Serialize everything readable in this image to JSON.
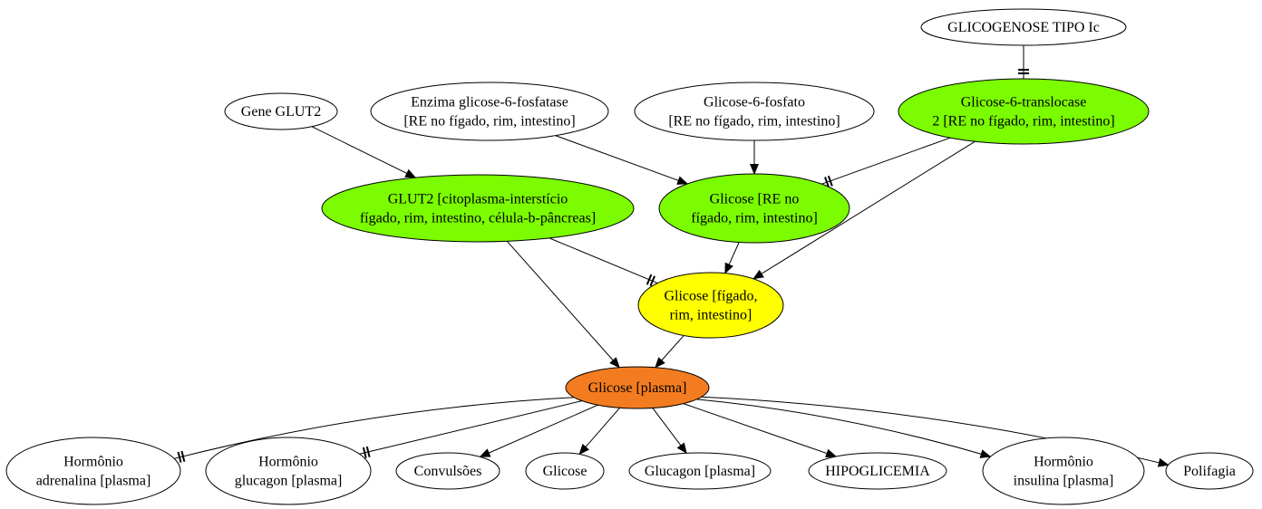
{
  "colors": {
    "white": "#ffffff",
    "green": "#7cfc00",
    "yellow": "#ffff00",
    "orange": "#f47c20",
    "edge": "#000000"
  },
  "nodes": [
    {
      "id": "glicogenose",
      "lines": [
        "GLICOGENOSE TIPO Ic"
      ],
      "fill": "white"
    },
    {
      "id": "gene_glut2",
      "lines": [
        "Gene GLUT2"
      ],
      "fill": "white"
    },
    {
      "id": "enzima_g6p",
      "lines": [
        "Enzima glicose-6-fosfatase",
        "[RE no fígado, rim, intestino]"
      ],
      "fill": "white"
    },
    {
      "id": "glicose6fosfato",
      "lines": [
        "Glicose-6-fosfato",
        "[RE no fígado, rim, intestino]"
      ],
      "fill": "white"
    },
    {
      "id": "translocase",
      "lines": [
        "Glicose-6-translocase",
        "2 [RE no fígado, rim, intestino]"
      ],
      "fill": "green"
    },
    {
      "id": "glut2",
      "lines": [
        "GLUT2 [citoplasma-interstício",
        "fígado, rim, intestino, célula-b-pâncreas]"
      ],
      "fill": "green"
    },
    {
      "id": "glicose_re",
      "lines": [
        "Glicose [RE no",
        "fígado, rim, intestino]"
      ],
      "fill": "green"
    },
    {
      "id": "glicose_figado",
      "lines": [
        "Glicose [fígado,",
        "rim, intestino]"
      ],
      "fill": "yellow"
    },
    {
      "id": "glicose_plasma",
      "lines": [
        "Glicose [plasma]"
      ],
      "fill": "orange"
    },
    {
      "id": "adrenalina",
      "lines": [
        "Hormônio",
        "adrenalina [plasma]"
      ],
      "fill": "white"
    },
    {
      "id": "glucagon_horm",
      "lines": [
        "Hormônio",
        "glucagon [plasma]"
      ],
      "fill": "white"
    },
    {
      "id": "convulsoes",
      "lines": [
        "Convulsões"
      ],
      "fill": "white"
    },
    {
      "id": "glicose",
      "lines": [
        "Glicose"
      ],
      "fill": "white"
    },
    {
      "id": "glucagon_plasma",
      "lines": [
        "Glucagon [plasma]"
      ],
      "fill": "white"
    },
    {
      "id": "hipoglicemia",
      "lines": [
        "HIPOGLICEMIA"
      ],
      "fill": "white"
    },
    {
      "id": "insulina",
      "lines": [
        "Hormônio",
        "insulina [plasma]"
      ],
      "fill": "white"
    },
    {
      "id": "polifagia",
      "lines": [
        "Polifagia"
      ],
      "fill": "white"
    }
  ],
  "edges": [
    {
      "from": "glicogenose",
      "to": "translocase",
      "type": "inhibit"
    },
    {
      "from": "gene_glut2",
      "to": "glut2",
      "type": "arrow"
    },
    {
      "from": "enzima_g6p",
      "to": "glicose_re",
      "type": "arrow"
    },
    {
      "from": "glicose6fosfato",
      "to": "glicose_re",
      "type": "arrow"
    },
    {
      "from": "translocase",
      "to": "glicose_re",
      "type": "inhibit"
    },
    {
      "from": "translocase",
      "to": "glicose_figado",
      "type": "arrow"
    },
    {
      "from": "glut2",
      "to": "glicose_figado",
      "type": "inhibit"
    },
    {
      "from": "glut2",
      "to": "glicose_plasma",
      "type": "arrow"
    },
    {
      "from": "glicose_re",
      "to": "glicose_figado",
      "type": "arrow"
    },
    {
      "from": "glicose_figado",
      "to": "glicose_plasma",
      "type": "arrow"
    },
    {
      "from": "glicose_plasma",
      "to": "adrenalina",
      "type": "inhibit"
    },
    {
      "from": "glicose_plasma",
      "to": "glucagon_horm",
      "type": "inhibit"
    },
    {
      "from": "glicose_plasma",
      "to": "convulsoes",
      "type": "arrow"
    },
    {
      "from": "glicose_plasma",
      "to": "glicose",
      "type": "arrow"
    },
    {
      "from": "glicose_plasma",
      "to": "glucagon_plasma",
      "type": "arrow"
    },
    {
      "from": "glicose_plasma",
      "to": "hipoglicemia",
      "type": "arrow"
    },
    {
      "from": "glicose_plasma",
      "to": "insulina",
      "type": "arrow"
    },
    {
      "from": "glicose_plasma",
      "to": "polifagia",
      "type": "arrow"
    }
  ]
}
